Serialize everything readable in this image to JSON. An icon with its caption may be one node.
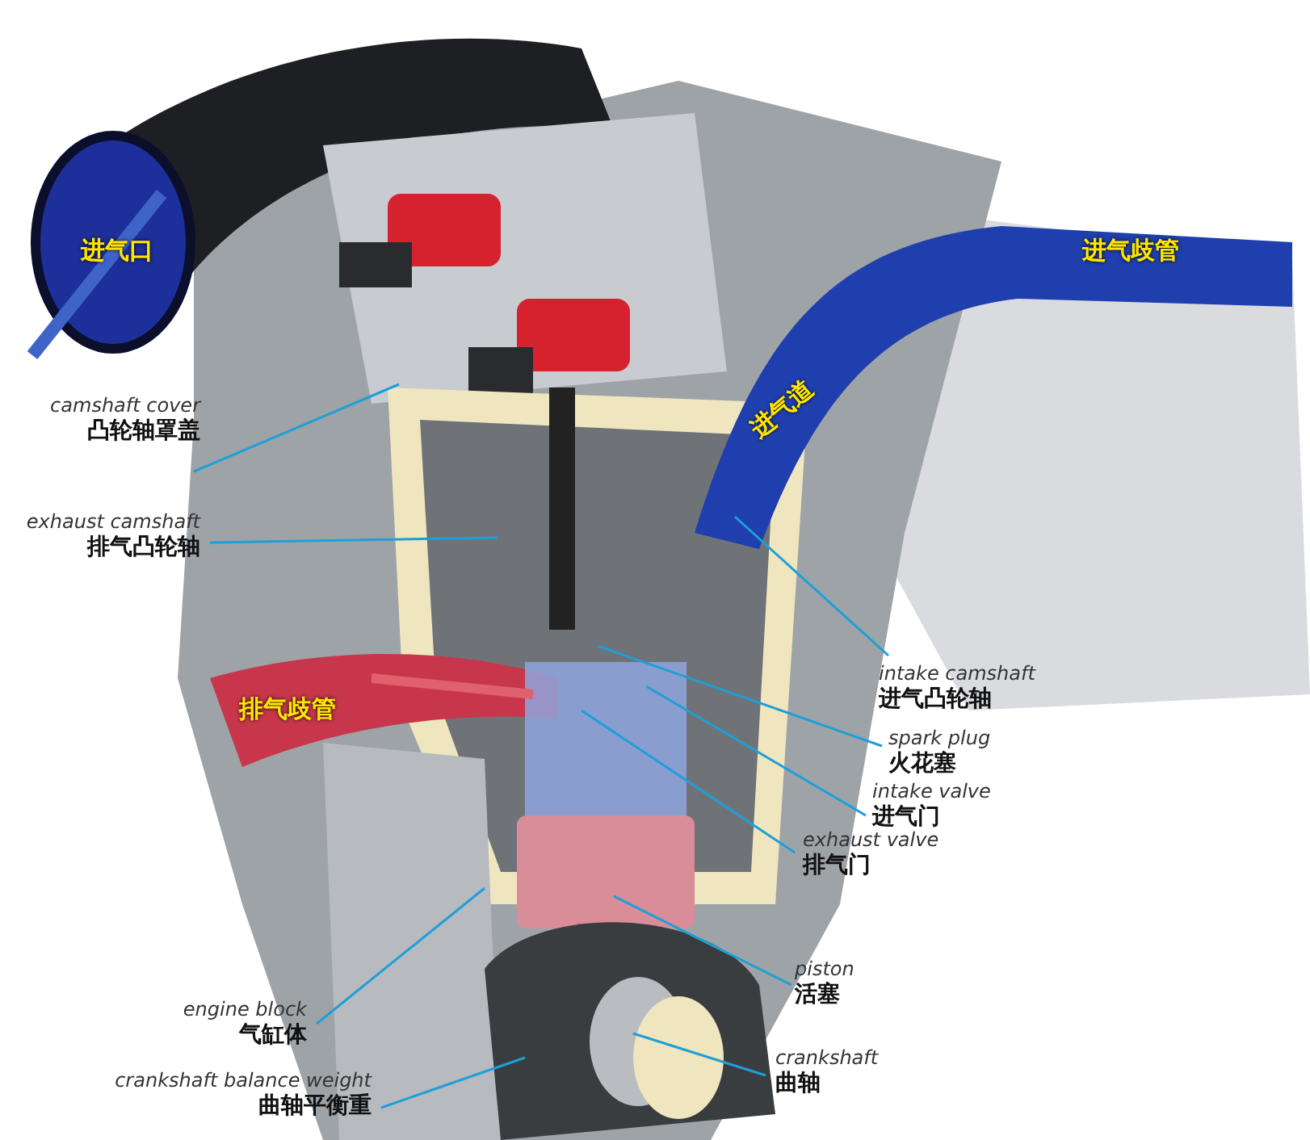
{
  "diagram": {
    "nodes": [
      {
        "text": [
          "camshaft cover",
          "凸轮轴罩盖"
        ]
      },
      {
        "text": [
          "exhaust camshaft",
          "排气凸轮轴"
        ]
      },
      {
        "text": [
          "intake camshaft",
          "进气凸轮轴"
        ]
      },
      {
        "text": [
          "spark plug",
          "火花塞"
        ]
      },
      {
        "text": [
          "intake valve",
          "进气门"
        ]
      },
      {
        "text": [
          "exhaust valve",
          "排气门"
        ]
      },
      {
        "text": [
          "piston",
          "活塞"
        ]
      },
      {
        "text": [
          "engine block",
          "气缸体"
        ]
      },
      {
        "text": [
          "crankshaft balance weight",
          "曲轴平衡重"
        ]
      },
      {
        "text": [
          "crankshaft",
          "曲轴"
        ]
      }
    ],
    "edges": [
      {
        "from": 0,
        "to": null,
        "arrow": "none"
      },
      {
        "from": 1,
        "to": null,
        "arrow": "none"
      },
      {
        "from": 2,
        "to": null,
        "arrow": "none"
      },
      {
        "from": 3,
        "to": null,
        "arrow": "none"
      },
      {
        "from": 4,
        "to": null,
        "arrow": "none"
      },
      {
        "from": 5,
        "to": null,
        "arrow": "none"
      },
      {
        "from": 6,
        "to": null,
        "arrow": "none"
      },
      {
        "from": 7,
        "to": null,
        "arrow": "none"
      },
      {
        "from": 8,
        "to": null,
        "arrow": "none"
      },
      {
        "from": 9,
        "to": null,
        "arrow": "none"
      }
    ],
    "labels": [
      "进气口",
      "进气歧管",
      "进气道",
      "排气歧管"
    ]
  }
}
